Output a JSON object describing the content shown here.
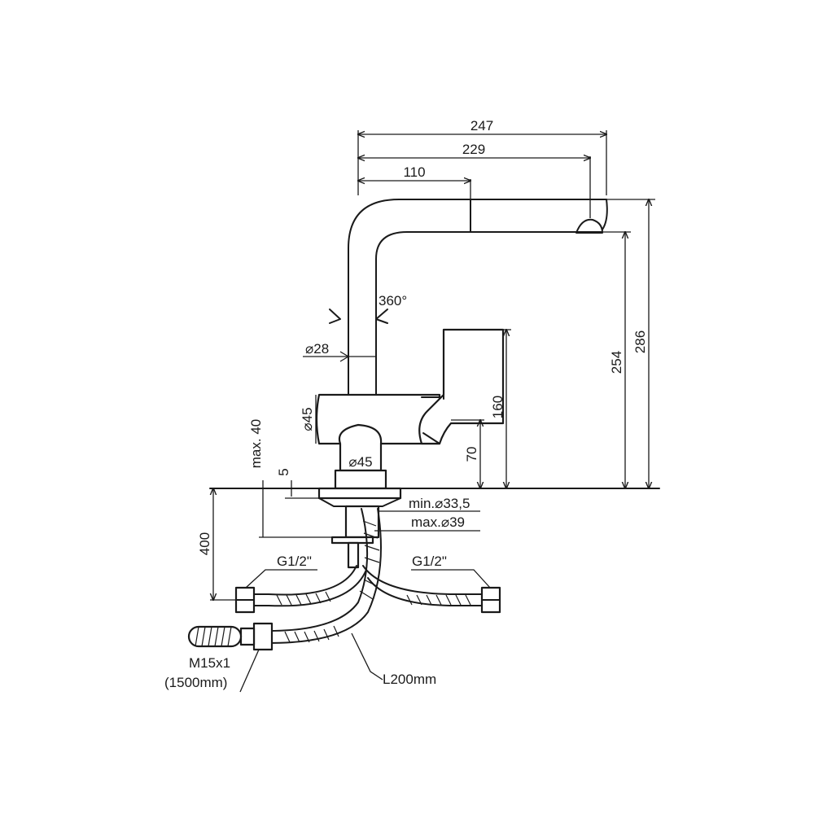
{
  "dimensions": {
    "spout_reach_overall": "247",
    "spout_reach_outlet": "229",
    "spout_vertical_offset": "110",
    "total_height": "286",
    "outlet_height": "254",
    "body_lever_height": "160",
    "lever_pivot_height": "70",
    "rotation": "360°",
    "spout_diameter": "⌀28",
    "body_diameter": "⌀45",
    "base_diameter": "⌀45",
    "deck_thickness": "5",
    "max_deck": "max. 40",
    "min_hole": "min.⌀33,5",
    "max_hole": "max.⌀39",
    "hose_length": "400"
  },
  "connections": {
    "inlet_left": "G1/2\"",
    "inlet_right": "G1/2\"",
    "shower_thread": "M15x1",
    "shower_length": "(1500mm)",
    "supply_length": "L200mm"
  }
}
